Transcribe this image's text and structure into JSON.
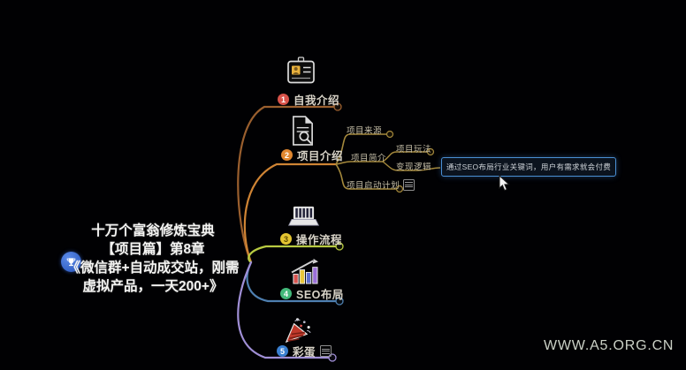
{
  "watermark": "WWW.A5.ORG.CN",
  "root": {
    "icon": "trophy-badge-icon",
    "lines": [
      "十万个富翁修炼宝典",
      "【项目篇】第8章",
      "《微信群+自动成交站，刚需",
      "虚拟产品，一天200+》"
    ]
  },
  "branches": [
    {
      "num": "1",
      "label": "自我介绍",
      "badge_color": "#d9534a",
      "line_color": "#9a5f2e",
      "icon": "id-badge-icon"
    },
    {
      "num": "2",
      "label": "项目介绍",
      "badge_color": "#e0872f",
      "line_color": "#cf8434",
      "icon": "document-search-icon",
      "children": [
        {
          "label": "项目来源"
        },
        {
          "label": "项目简介",
          "children": [
            {
              "label": "项目玩法"
            },
            {
              "label": "变现逻辑",
              "note": "通过SEO布局行业关键词，用户有需求就会付费"
            }
          ]
        },
        {
          "label": "项目启动计划"
        }
      ]
    },
    {
      "num": "3",
      "label": "操作流程",
      "badge_color": "#e3c431",
      "line_color": "#b8cb42",
      "icon": "keyboard-icon"
    },
    {
      "num": "4",
      "label": "SEO布局",
      "badge_color": "#43b97a",
      "line_color": "#4e7fb0",
      "icon": "bar-chart-icon"
    },
    {
      "num": "5",
      "label": "彩蛋",
      "badge_color": "#3a7fd0",
      "line_color": "#a08fd6",
      "icon": "party-popper-icon"
    }
  ]
}
